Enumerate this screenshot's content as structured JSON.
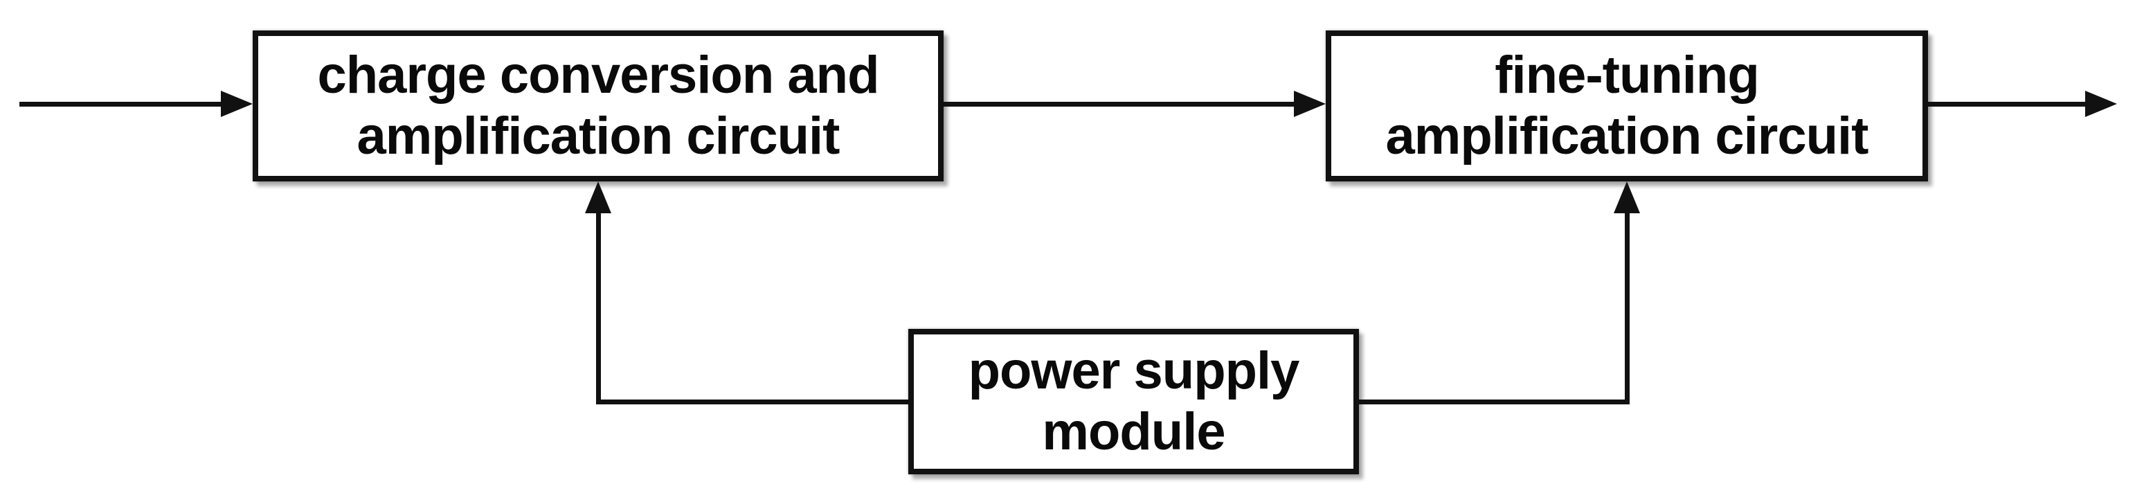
{
  "diagram": {
    "type": "block-diagram",
    "colors": {
      "background": "#ffffff",
      "line": "#111111",
      "box_border": "#111111",
      "box_fill": "#ffffff",
      "text": "#0a0a0a"
    },
    "boxes": [
      {
        "id": "charge-conversion-amplification",
        "label_line1": "charge conversion and",
        "label_line2": "amplification circuit"
      },
      {
        "id": "fine-tuning-amplification",
        "label_line1": "fine-tuning",
        "label_line2": "amplification circuit"
      },
      {
        "id": "power-supply",
        "label_line1": "power supply",
        "label_line2": "module"
      }
    ],
    "connections": [
      {
        "from": "external-input",
        "to": "charge-conversion-amplification",
        "style": "arrow-right"
      },
      {
        "from": "charge-conversion-amplification",
        "to": "fine-tuning-amplification",
        "style": "arrow-right"
      },
      {
        "from": "fine-tuning-amplification",
        "to": "external-output",
        "style": "arrow-right"
      },
      {
        "from": "power-supply",
        "to": "charge-conversion-amplification",
        "style": "arrow-up"
      },
      {
        "from": "power-supply",
        "to": "fine-tuning-amplification",
        "style": "arrow-up"
      }
    ]
  }
}
